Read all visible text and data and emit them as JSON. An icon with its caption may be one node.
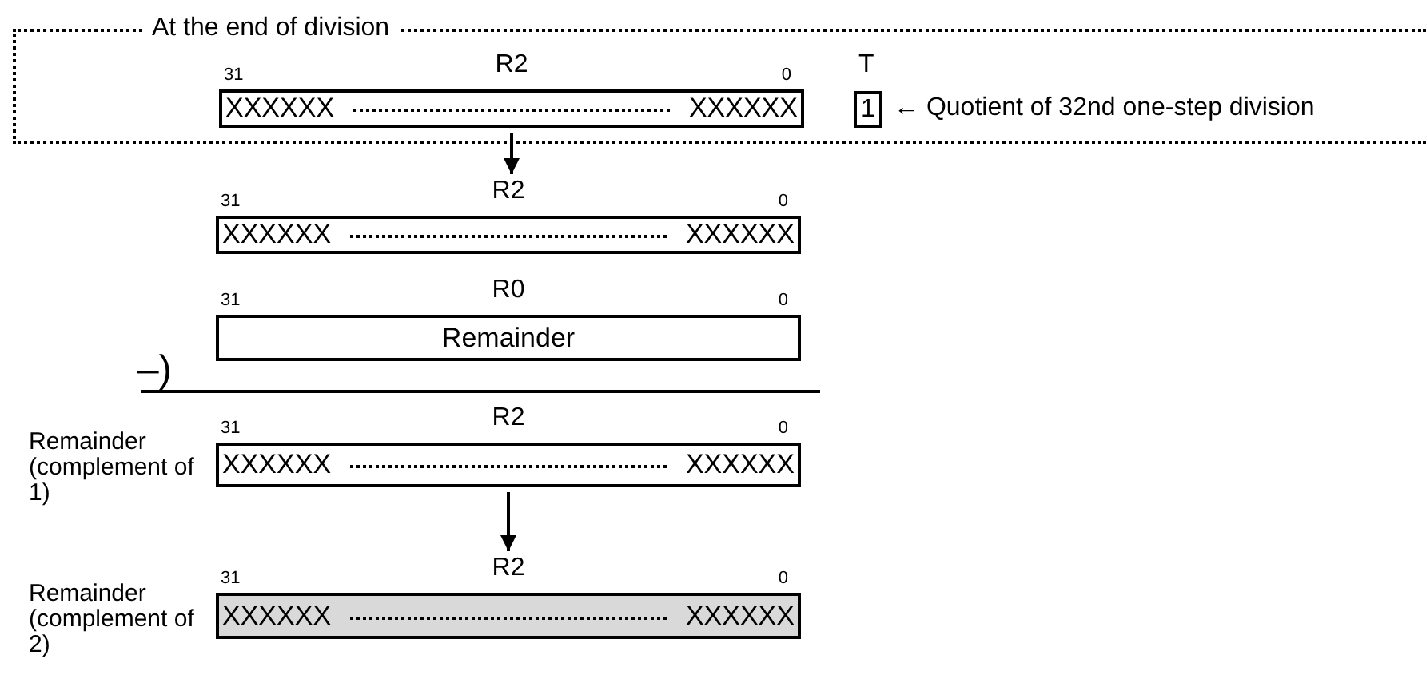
{
  "diagram": {
    "nodes": [
      {
        "text": [
          "At the end of division"
        ]
      },
      {
        "text": [
          "R2",
          "XXXXXX",
          "XXXXXX"
        ],
        "beside": [
          "31",
          "0"
        ],
        "in": 0
      },
      {
        "text": [
          "T",
          "1"
        ],
        "beside": [
          "← Quotient of 32nd one-step division"
        ],
        "in": 0
      },
      {
        "text": [
          "R2",
          "XXXXXX",
          "XXXXXX"
        ],
        "beside": [
          "31",
          "0"
        ]
      },
      {
        "text": [
          "R0",
          "Remainder"
        ],
        "beside": [
          "31",
          "0"
        ]
      },
      {
        "text": [
          "R2",
          "XXXXXX",
          "XXXXXX"
        ],
        "beside": [
          "31",
          "0",
          "Remainder (complement of 1)"
        ]
      },
      {
        "text": [
          "R2",
          "XXXXXX",
          "XXXXXX"
        ],
        "beside": [
          "31",
          "0",
          "Remainder (complement of 2)"
        ]
      }
    ],
    "edges": [
      {
        "from": 1,
        "to": 3,
        "arrow": "to"
      },
      {
        "from": 5,
        "to": 6,
        "arrow": "to"
      }
    ],
    "labels": [
      "–)"
    ]
  }
}
